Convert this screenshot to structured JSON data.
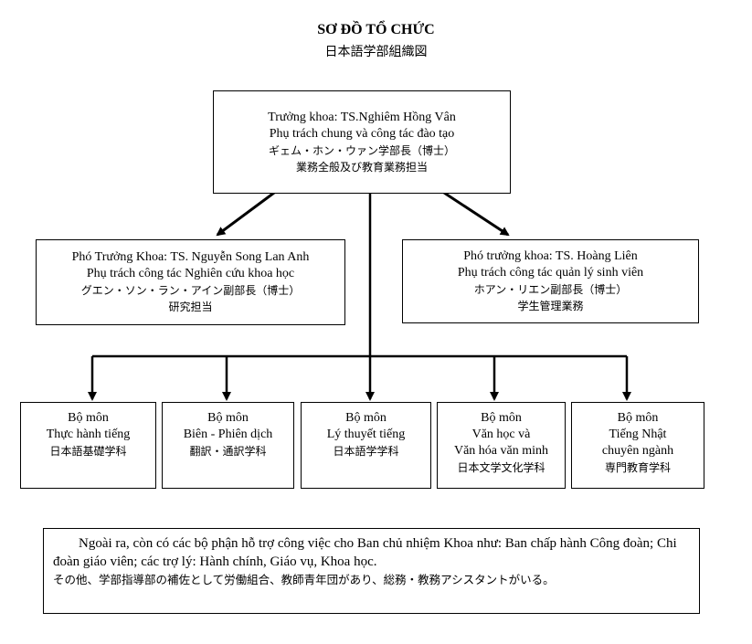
{
  "title": "SƠ ĐỒ TỔ CHỨC",
  "subtitle": "日本語学部組織図",
  "dean": {
    "lines": [
      "Trưởng khoa: TS.Nghiêm Hồng Vân",
      "Phụ trách chung và công tác đào tạo",
      "ギェム・ホン・ウァン学部長（博士）",
      "業務全般及び教育業務担当"
    ]
  },
  "vice_dean_research": {
    "lines": [
      "Phó Trưởng Khoa: TS. Nguyễn Song Lan Anh",
      "Phụ trách công tác Nghiên cứu khoa học",
      "グエン・ソン・ラン・アイン副部長（博士）",
      "研究担当"
    ]
  },
  "vice_dean_students": {
    "lines": [
      "Phó trưởng khoa: TS. Hoàng Liên",
      "Phụ trách công tác quản lý sinh viên",
      "ホアン・リエン副部長（博士）",
      "学生管理業務"
    ]
  },
  "departments": [
    {
      "lines": [
        "Bộ môn",
        "Thực hành tiếng",
        "日本語基礎学科"
      ]
    },
    {
      "lines": [
        "Bộ môn",
        "Biên - Phiên dịch",
        "翻訳・通訳学科"
      ]
    },
    {
      "lines": [
        "Bộ môn",
        "Lý thuyết tiếng",
        "日本語学学科"
      ]
    },
    {
      "lines": [
        "Bộ môn",
        "Văn học và",
        "Văn hóa văn minh",
        "日本文学文化学科"
      ]
    },
    {
      "lines": [
        "Bộ môn",
        "Tiếng Nhật",
        "chuyên ngành",
        "専門教育学科"
      ]
    }
  ],
  "note": {
    "vi": "Ngoài ra, còn có các bộ phận hỗ trợ công việc cho Ban chủ nhiệm Khoa như: Ban chấp hành Công đoàn; Chi đoàn giáo viên; các trợ lý: Hành chính, Giáo vụ, Khoa học.",
    "ja": "その他、学部指導部の補佐として労働組合、教師青年団があり、総務・教務アシスタントがいる。"
  }
}
